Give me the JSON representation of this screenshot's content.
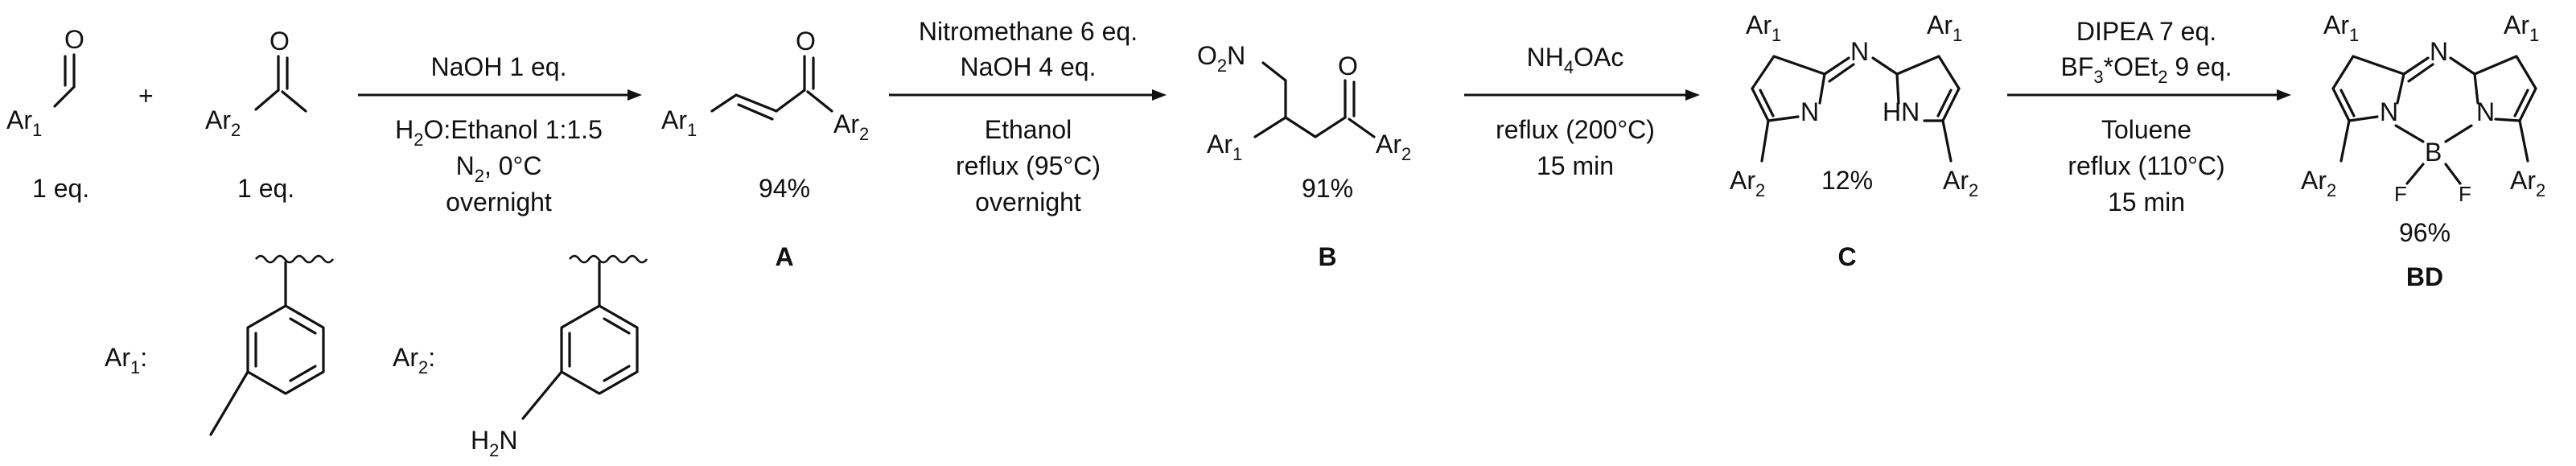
{
  "reagents": {
    "aldehyde": {
      "ar_label": "Ar",
      "ar_sub": "1",
      "equiv": "1 eq."
    },
    "plus": "+",
    "ketone": {
      "ar_label": "Ar",
      "ar_sub": "2",
      "equiv": "1 eq."
    }
  },
  "steps": [
    {
      "above": [
        "NaOH 1 eq."
      ],
      "below": [
        {
          "parts": [
            {
              "t": "H"
            },
            {
              "t": "2",
              "sub": true
            },
            {
              "t": "O:Ethanol 1:1.5"
            }
          ]
        },
        {
          "parts": [
            {
              "t": "N"
            },
            {
              "t": "2",
              "sub": true
            },
            {
              "t": ", 0°C"
            }
          ]
        },
        {
          "parts": [
            {
              "t": "overnight"
            }
          ]
        }
      ]
    },
    {
      "above": [
        "Nitromethane 6 eq.",
        "NaOH 4 eq."
      ],
      "below": [
        {
          "parts": [
            {
              "t": "Ethanol"
            }
          ]
        },
        {
          "parts": [
            {
              "t": "reflux (95°C)"
            }
          ]
        },
        {
          "parts": [
            {
              "t": "overnight"
            }
          ]
        }
      ]
    },
    {
      "above_parts": [
        {
          "t": "NH"
        },
        {
          "t": "4",
          "sub": true
        },
        {
          "t": "OAc"
        }
      ],
      "below": [
        {
          "parts": [
            {
              "t": "reflux (200°C)"
            }
          ]
        },
        {
          "parts": [
            {
              "t": "15 min"
            }
          ]
        }
      ]
    },
    {
      "above": [
        "DIPEA 7 eq."
      ],
      "above_parts": [
        {
          "t": "BF"
        },
        {
          "t": "3",
          "sub": true
        },
        {
          "t": "*OEt"
        },
        {
          "t": "2",
          "sub": true
        },
        {
          "t": " 9 eq."
        }
      ],
      "below": [
        {
          "parts": [
            {
              "t": "Toluene"
            }
          ]
        },
        {
          "parts": [
            {
              "t": "reflux (110°C)"
            }
          ]
        },
        {
          "parts": [
            {
              "t": "15 min"
            }
          ]
        }
      ]
    }
  ],
  "compounds": {
    "A": {
      "label": "A",
      "yield": "94%"
    },
    "B": {
      "label": "B",
      "yield": "91%"
    },
    "C": {
      "label": "C",
      "yield": "12%"
    },
    "BD": {
      "label": "BD",
      "yield": "96%"
    }
  },
  "atoms": {
    "aldehyde_O": "O",
    "ketone_O": "O",
    "nitro": "O",
    "nitro_sub": "2",
    "nitro_N": "N",
    "N": "N",
    "HN": "HN",
    "B": "B",
    "F": "F"
  },
  "substituents": {
    "ar1": {
      "label": "Ar",
      "sub": "1",
      "colon": ":",
      "substituent": "methyl"
    },
    "ar2": {
      "label": "Ar",
      "sub": "2",
      "colon": ":",
      "amine": "H",
      "amine_sub": "2",
      "amine_N": "N"
    }
  }
}
